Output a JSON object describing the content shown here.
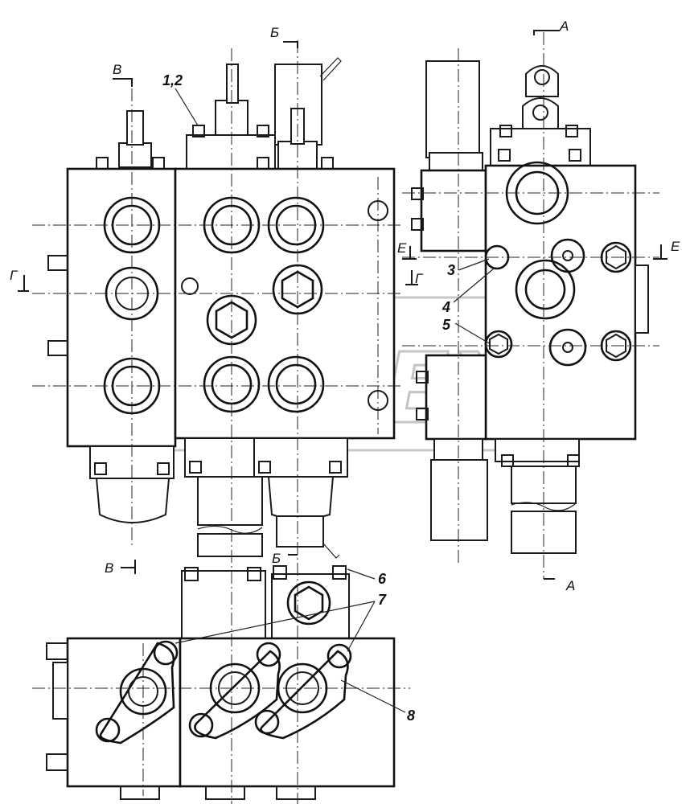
{
  "watermark": {
    "text": "DREX"
  },
  "section_marks": {
    "A_top": "A",
    "A_bottom": "A",
    "B_top": "Б",
    "B_bottom": "Б",
    "V_top": "В",
    "V_bottom": "В",
    "G_left": "Г",
    "G_mid": "Г",
    "E_mid": "E",
    "E_right": "E"
  },
  "callouts": {
    "c12": "1,2",
    "c3": "3",
    "c4": "4",
    "c5": "5",
    "c6": "6",
    "c7": "7",
    "c8": "8"
  }
}
